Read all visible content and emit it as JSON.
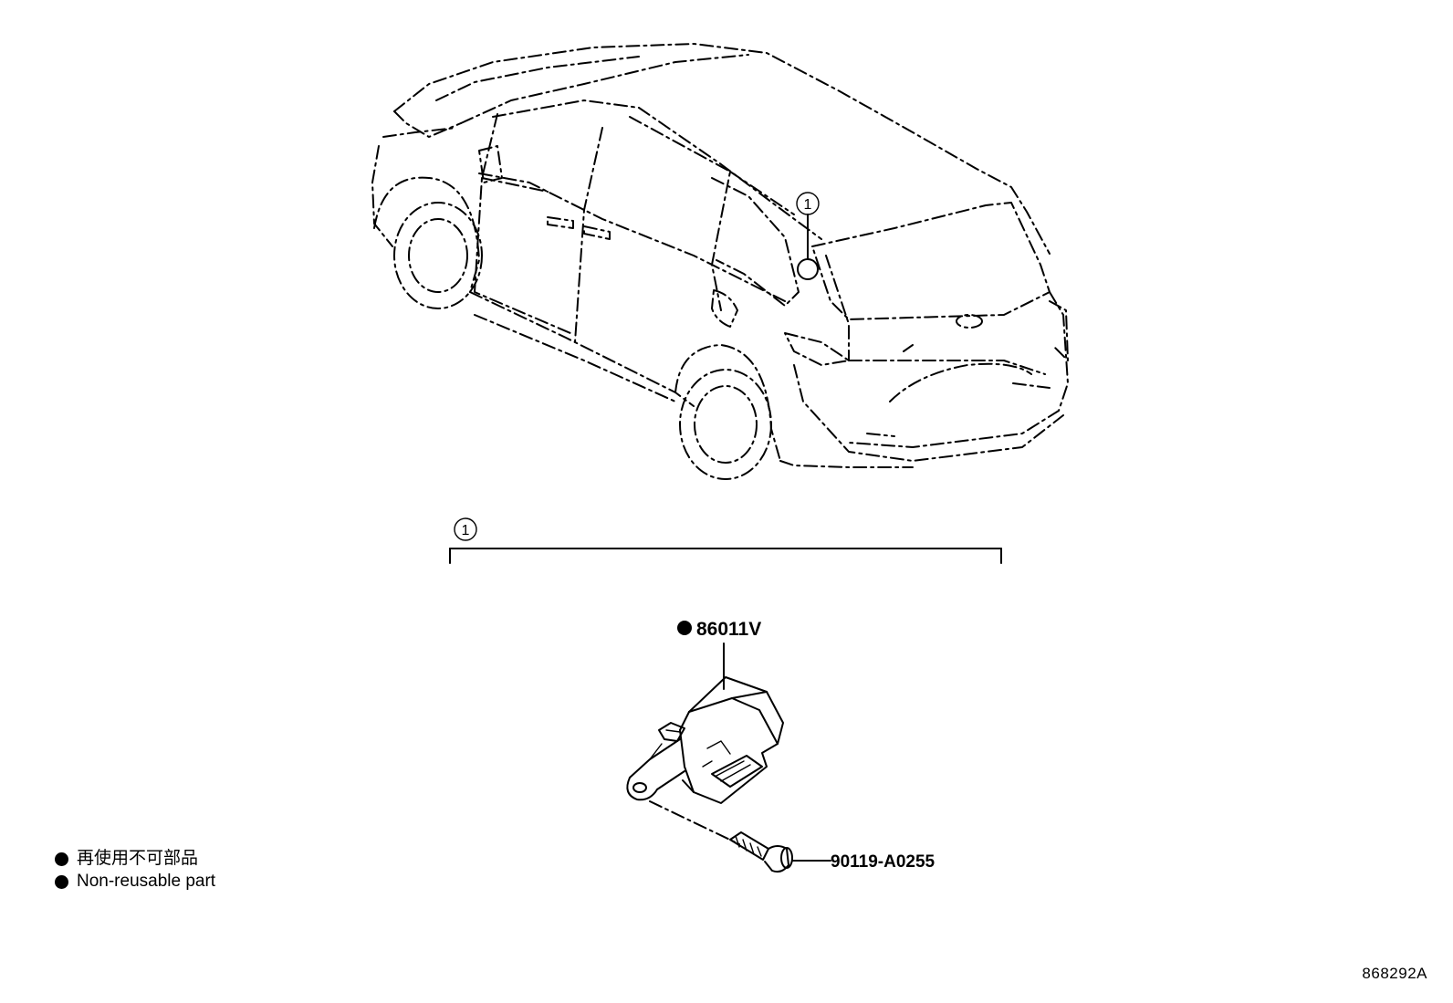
{
  "callouts": {
    "vehicle_ref": "1",
    "group_ref": "1"
  },
  "parts": {
    "main_part": {
      "number": "86011V",
      "non_reusable": true
    },
    "bolt": {
      "number": "90119-A0255"
    }
  },
  "legend": {
    "items": [
      {
        "label": "再使用不可部品"
      },
      {
        "label": "Non-reusable part"
      }
    ]
  },
  "diagram_code": "868292A"
}
